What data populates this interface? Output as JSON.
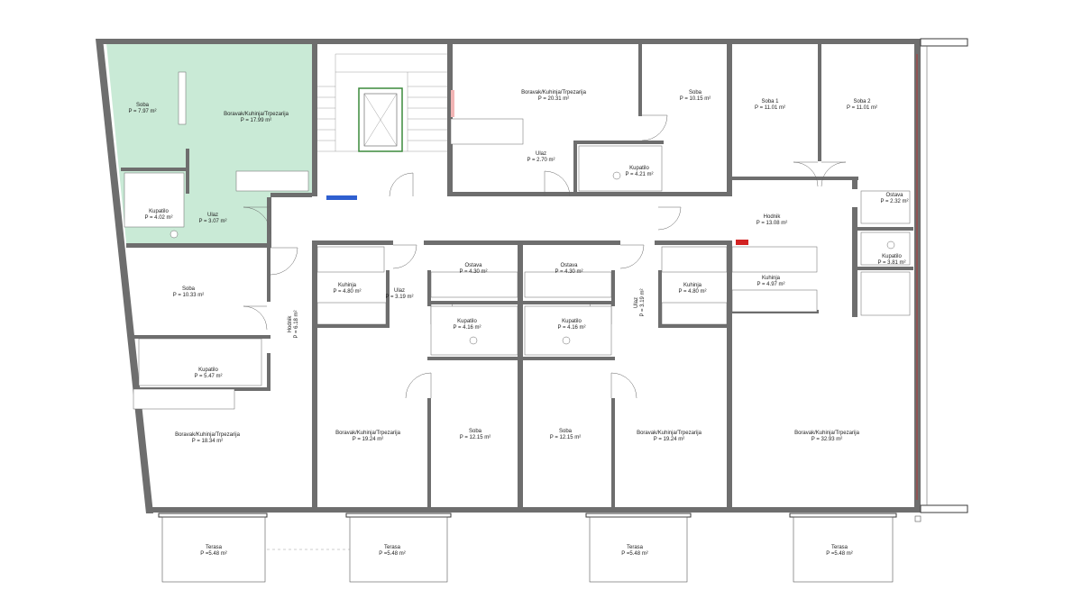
{
  "colors": {
    "highlight": "#c9ead6",
    "wall": "#6e6e6e",
    "stair_blue": "#2f5fd0",
    "accent_red": "#d22222",
    "elevator_green": "#3c8a3c"
  },
  "rooms": [
    {
      "name": "Soba",
      "area": "P = 7.97 m²"
    },
    {
      "name": "Boravak/Kuhinja/Trpezarija",
      "area": "P = 17.99 m²"
    },
    {
      "name": "Kupatilo",
      "area": "P = 4.02 m²"
    },
    {
      "name": "Ulaz",
      "area": "P = 3.07 m²"
    },
    {
      "name": "Boravak/Kuhinja/Trpezarija",
      "area": "P = 20.31 m²"
    },
    {
      "name": "Soba",
      "area": "P = 10.15 m²"
    },
    {
      "name": "Ulaz",
      "area": "P = 2.70 m²"
    },
    {
      "name": "Kupatilo",
      "area": "P = 4.21 m²"
    },
    {
      "name": "Soba 1",
      "area": "P = 11.01 m²"
    },
    {
      "name": "Soba 2",
      "area": "P = 11.01 m²"
    },
    {
      "name": "Ostava",
      "area": "P = 2.32 m²"
    },
    {
      "name": "Hodnik",
      "area": "P = 13.08 m²"
    },
    {
      "name": "Kupatilo",
      "area": "P = 3.81 m²"
    },
    {
      "name": "Soba",
      "area": "P = 10.33 m²"
    },
    {
      "name": "Kupatilo",
      "area": "P = 5.47 m²"
    },
    {
      "name": "Boravak/Kuhinja/Trpezarija",
      "area": "P = 18.34 m²"
    },
    {
      "name": "Hodnik",
      "area": "P = 6.18 m²"
    },
    {
      "name": "Kuhinja",
      "area": "P = 4.80 m²"
    },
    {
      "name": "Ulaz",
      "area": "P = 3.19 m²"
    },
    {
      "name": "Ostava",
      "area": "P = 4.30 m²"
    },
    {
      "name": "Kupatilo",
      "area": "P = 4.16 m²"
    },
    {
      "name": "Ostava",
      "area": "P = 4.30 m²"
    },
    {
      "name": "Kupatilo",
      "area": "P = 4.16 m²"
    },
    {
      "name": "Ulaz",
      "area": "P = 3.19 m²"
    },
    {
      "name": "Kuhinja",
      "area": "P = 4.80 m²"
    },
    {
      "name": "Kuhinja",
      "area": "P = 4.97 m²"
    },
    {
      "name": "Boravak/Kuhinja/Trpezarija",
      "area": "P = 19.24 m²"
    },
    {
      "name": "Soba",
      "area": "P = 12.15 m²"
    },
    {
      "name": "Soba",
      "area": "P = 12.15 m²"
    },
    {
      "name": "Boravak/Kuhinja/Trpezarija",
      "area": "P = 19.24 m²"
    },
    {
      "name": "Boravak/Kuhinja/Trpezarija",
      "area": "P = 32.93 m²"
    },
    {
      "name": "Terasa",
      "area": "P =5.48 m²"
    },
    {
      "name": "Terasa",
      "area": "P =5.48 m²"
    },
    {
      "name": "Terasa",
      "area": "P =5.48 m²"
    },
    {
      "name": "Terasa",
      "area": "P =5.48 m²"
    }
  ]
}
